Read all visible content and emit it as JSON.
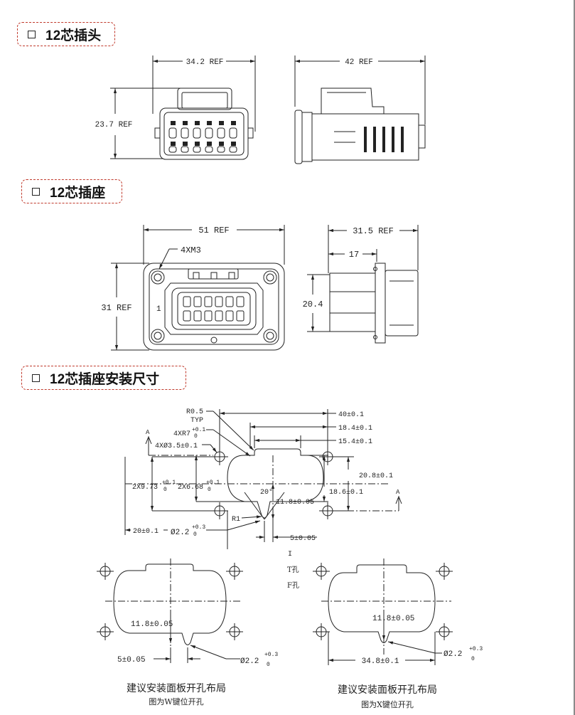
{
  "sections": [
    {
      "label": "12芯插头"
    },
    {
      "label": "12芯插座"
    },
    {
      "label": "12芯插座安装尺寸"
    }
  ],
  "plug": {
    "width_dim": "34.2 REF",
    "height_dim": "23.7 REF",
    "length_dim": "42 REF"
  },
  "socket": {
    "width_dim": "51 REF",
    "height_dim": "31 REF",
    "screw_note": "4XM3",
    "pin_one": "1",
    "length_dim": "31.5 REF",
    "depth_dim": "17",
    "side_height_dim": "20.4"
  },
  "cutout": {
    "corner_radius": "R0.5",
    "typ": "TYP",
    "radius4": "4XR7",
    "radius4_tol_up": "+0.1",
    "radius4_tol_dn": "0",
    "hole4": "4XØ3.5±0.1",
    "section_a": "A",
    "dim_40": "40±0.1",
    "dim_18_4": "18.4±0.1",
    "dim_15_4": "15.4±0.1",
    "dim_20_8": "20.8±0.1",
    "dim_18_6": "18.6±0.1",
    "dim_9_73": "2X9.73",
    "dim_9_73_up": "+0.1",
    "dim_9_73_dn": "0",
    "dim_6_68": "2X6.68",
    "dim_6_68_up": "+0.1",
    "dim_6_68_dn": "0",
    "angle": "20°",
    "dim_11_8": "11.8±0.05",
    "r1": "R1",
    "dim_20": "20±0.1",
    "dia_2_2": "Ø2.2",
    "dia_2_2_up": "+0.3",
    "dia_2_2_dn": "0",
    "dim_5": "5±0.05",
    "i_label": "I",
    "t_hole": "T孔",
    "f_hole": "F孔"
  },
  "layout_w": {
    "dim_11_8": "11.8±0.05",
    "dim_5": "5±0.05",
    "dia": "Ø2.2",
    "dia_up": "+0.3",
    "dia_dn": "0",
    "caption": "建议安装面板开孔布局",
    "subcaption": "图为W键位开孔"
  },
  "layout_x": {
    "dim_11_8": "11.8±0.05",
    "dim_34_8": "34.8±0.1",
    "dia": "Ø2.2",
    "dia_up": "+0.3",
    "dia_dn": "0",
    "caption": "建议安装面板开孔布局",
    "subcaption": "图为X键位开孔"
  }
}
